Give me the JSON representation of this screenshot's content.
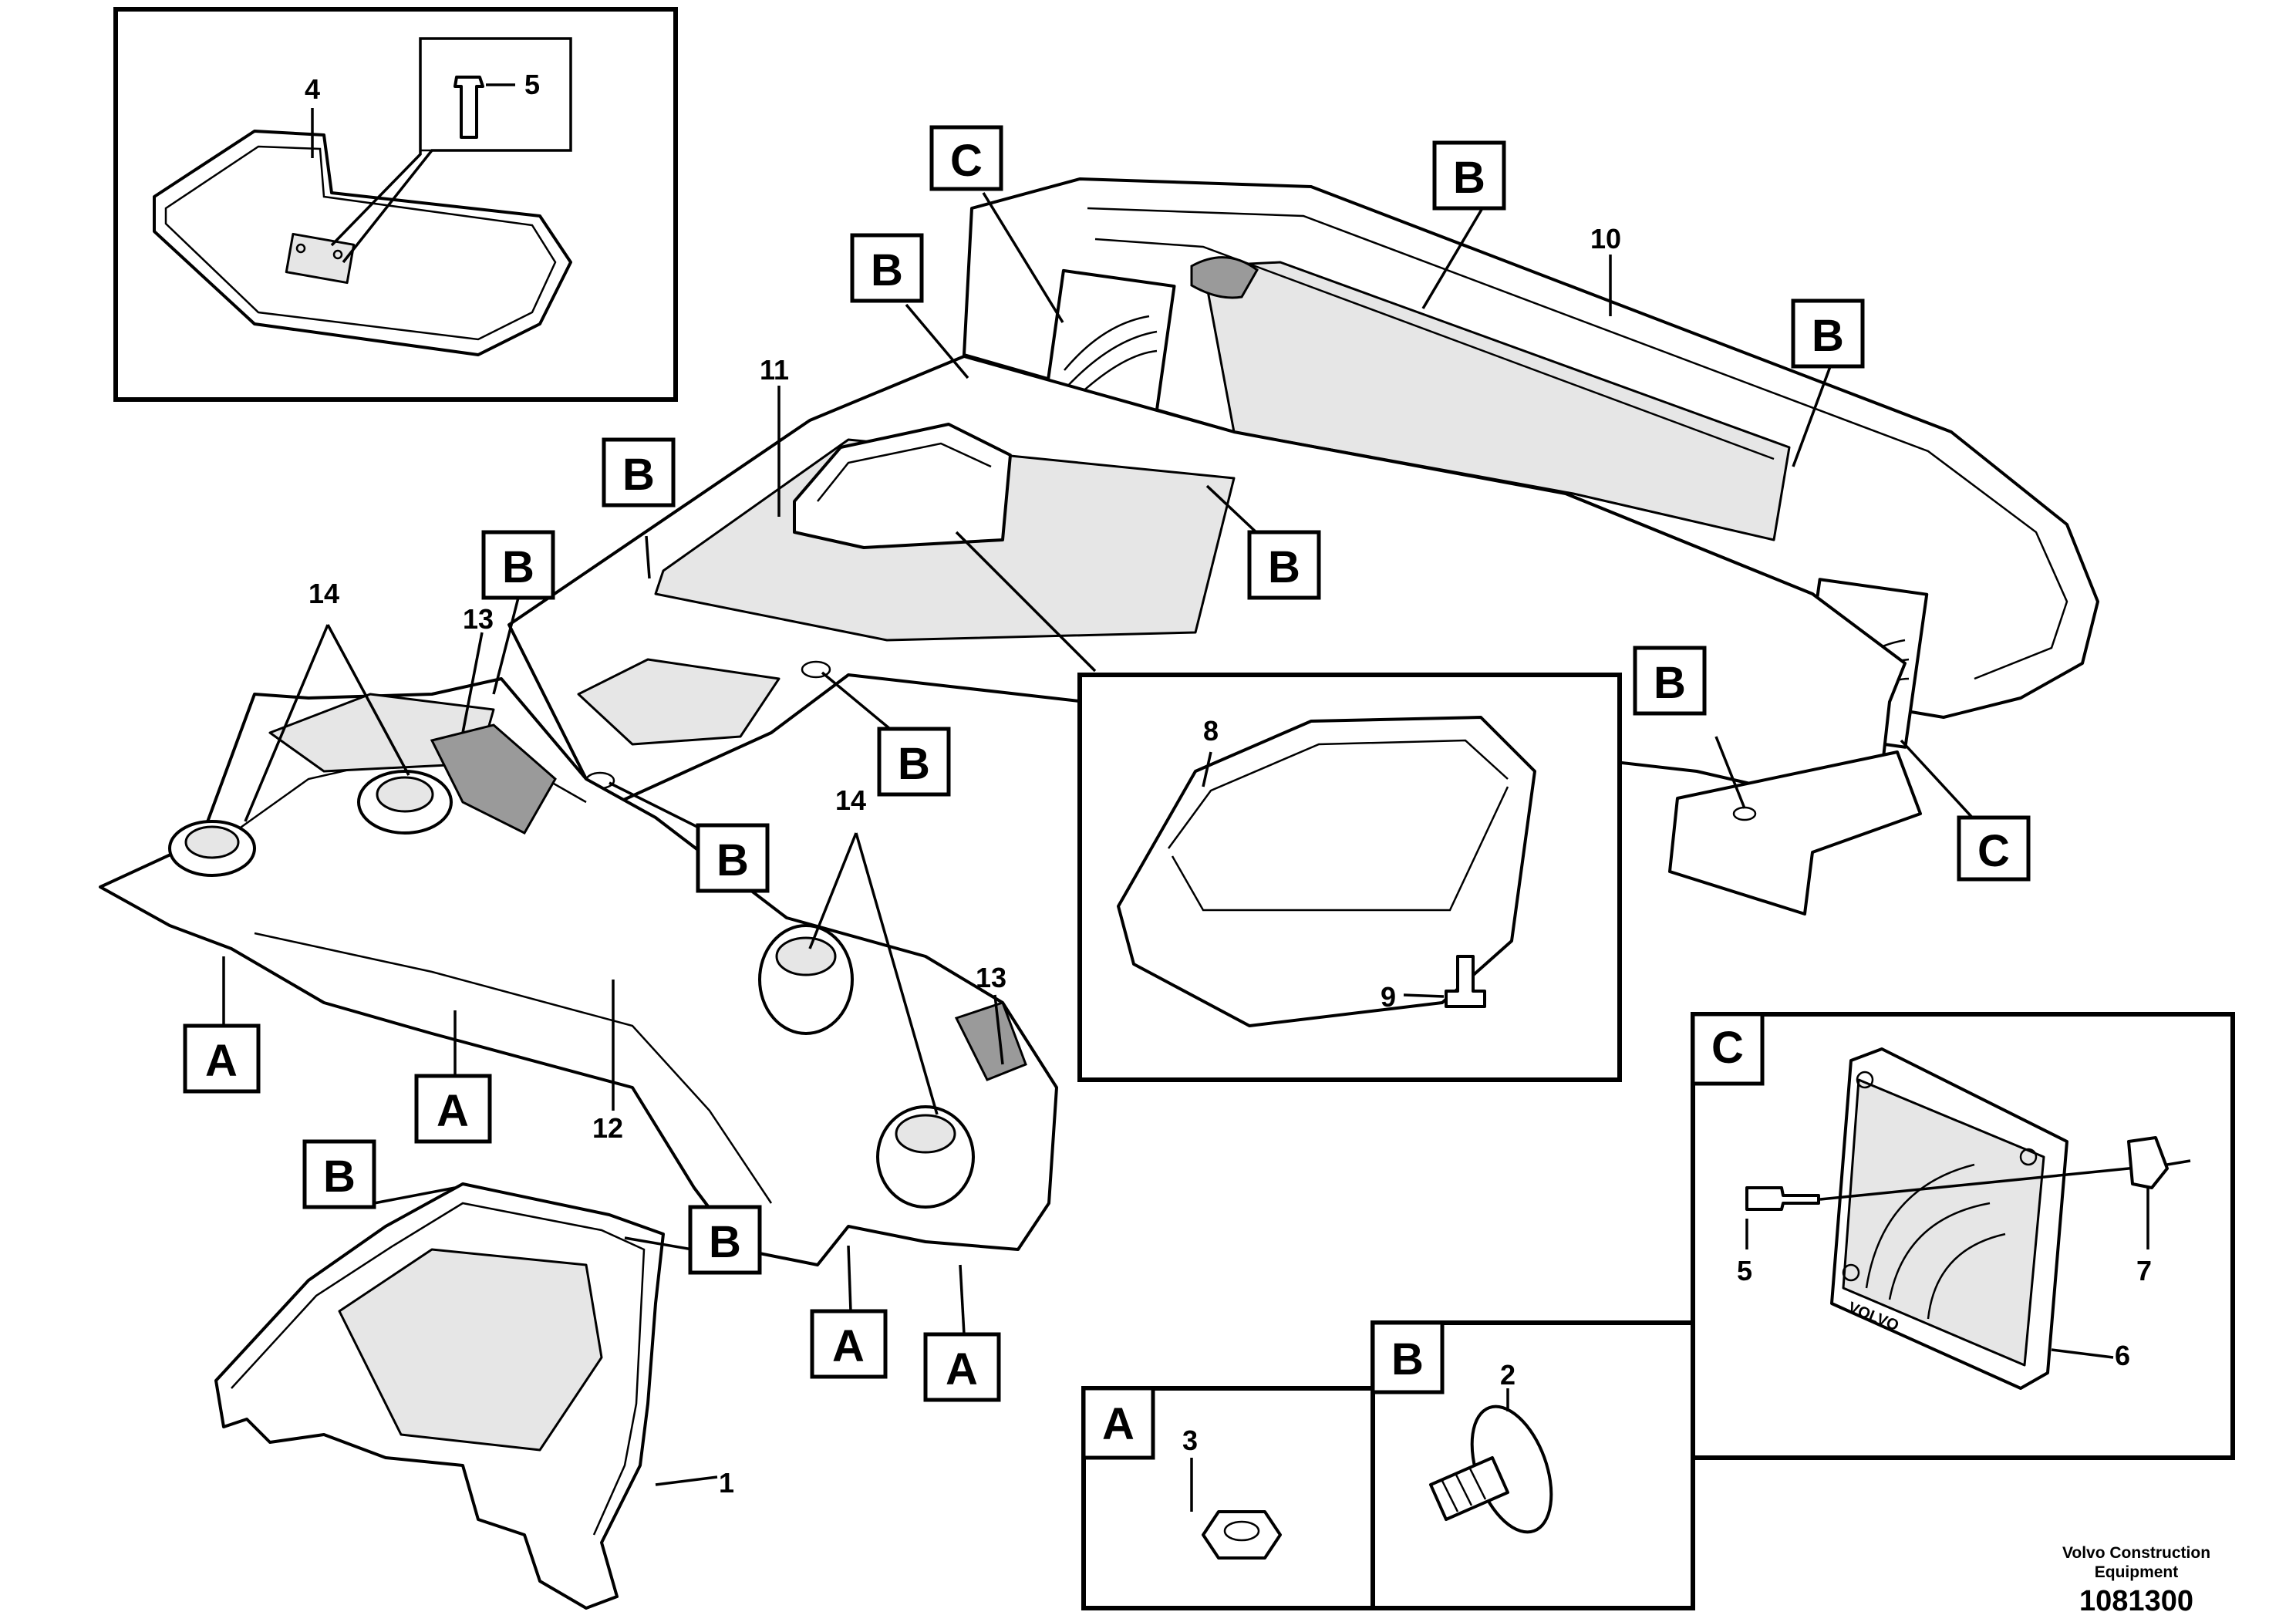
{
  "callouts": {
    "c1": "1",
    "c2": "2",
    "c3": "3",
    "c4": "4",
    "c5_inset": "5",
    "c5_speaker": "5",
    "c6": "6",
    "c7": "7",
    "c8": "8",
    "c9": "9",
    "c10": "10",
    "c11": "11",
    "c12": "12",
    "c13_left": "13",
    "c13_right": "13",
    "c14_left": "14",
    "c14_right": "14"
  },
  "fastener_labels": {
    "A": "A",
    "B": "B",
    "C": "C"
  },
  "detail_boxes": {
    "box_a_letter": "A",
    "box_b_letter": "B",
    "box_c_letter": "C"
  },
  "speaker_logo": "VOLVO",
  "footer": {
    "company_line1": "Volvo Construction",
    "company_line2": "Equipment",
    "drawing_number": "1081300"
  }
}
